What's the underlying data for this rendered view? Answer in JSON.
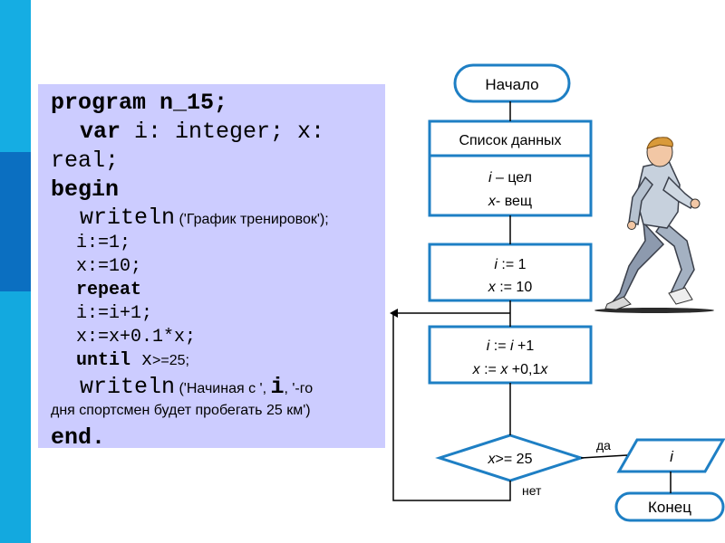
{
  "code": {
    "line1": "program n_15;",
    "line2_kw": "var",
    "line2_rest": " i: integer; x:",
    "line3": "real;",
    "line4": "begin",
    "line5_kw": "writeln",
    "line5_arg": " ('График тренировок');",
    "line6": "i:=1;",
    "line7": "x:=10;",
    "line8": "repeat",
    "line9": "i:=i+1;",
    "line10": "x:=x+0.1*x;",
    "line11_kw": "until",
    "line11_x": " x",
    "line11_rest": ">=25;",
    "line12_kw": "writeln",
    "line12_a": " ('Начиная с ', ",
    "line12_i": "i",
    "line12_b": ", '-го",
    "line13": "дня спортсмен будет пробегать 25 км')",
    "line14": "end."
  },
  "flowchart": {
    "start_label": "Начало",
    "data_header": "Список данных",
    "data_i_var": "i",
    "data_i_type": " – цел",
    "data_x_var": "x",
    "data_x_type": "- вещ",
    "init_i_var": "i",
    "init_i_val": " := 1",
    "init_x_var": "x",
    "init_x_val": " := 10",
    "step_i_a": "i",
    "step_i_op": " := ",
    "step_i_b": "i",
    "step_i_c": " +1",
    "step_x_a": "x",
    "step_x_op": " := ",
    "step_x_b": "x",
    "step_x_c": " +0,1",
    "step_x_d": "x",
    "cond_var": "x",
    "cond_rest": ">= 25",
    "yes_label": "да",
    "no_label": "нет",
    "output_label": "i",
    "end_label": "Конец"
  },
  "colors": {
    "flow_stroke": "#1e7fc4",
    "code_bg": "#ccccff",
    "sidebar": "#15ade3",
    "sidebar_dark": "#0b6fc1"
  }
}
